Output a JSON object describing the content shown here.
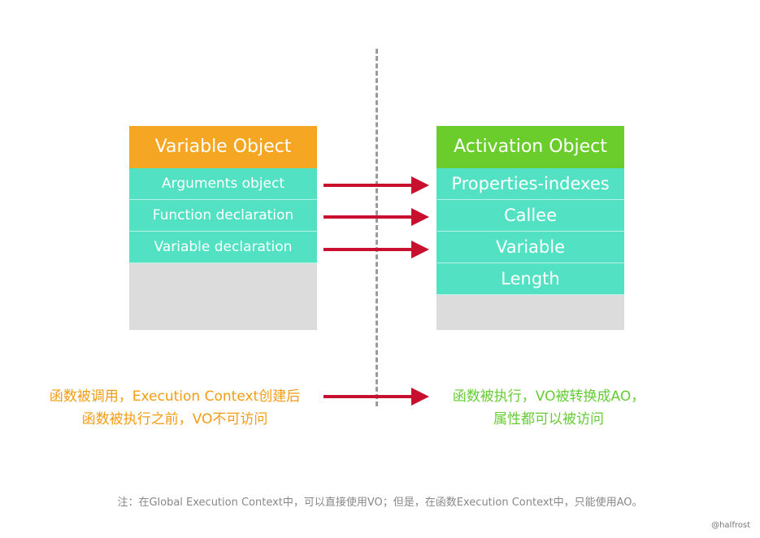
{
  "colors": {
    "vo_header": "#f5a623",
    "ao_header": "#6acd2c",
    "row": "#52e1c2",
    "filler": "#dcdcdc",
    "arrow": "#c8102e",
    "left_note": "#f39c12",
    "right_note": "#66cc33",
    "divider": "#9a9a9a"
  },
  "variable_object": {
    "title": "Variable Object",
    "rows": [
      "Arguments object",
      "Function declaration",
      "Variable declaration"
    ]
  },
  "activation_object": {
    "title": "Activation Object",
    "rows": [
      "Properties-indexes",
      "Callee",
      "Variable",
      "Length"
    ]
  },
  "notes": {
    "left_line1": "函数被调用，Execution Context创建后",
    "left_line2": "函数被执行之前，VO不可访问",
    "right_line1": "函数被执行，VO被转换成AO，",
    "right_line2": "属性都可以被访问"
  },
  "footnote": "注：在Global Execution Context中，可以直接使用VO；但是，在函数Execution Context中，只能使用AO。",
  "credit": "@halfrost"
}
